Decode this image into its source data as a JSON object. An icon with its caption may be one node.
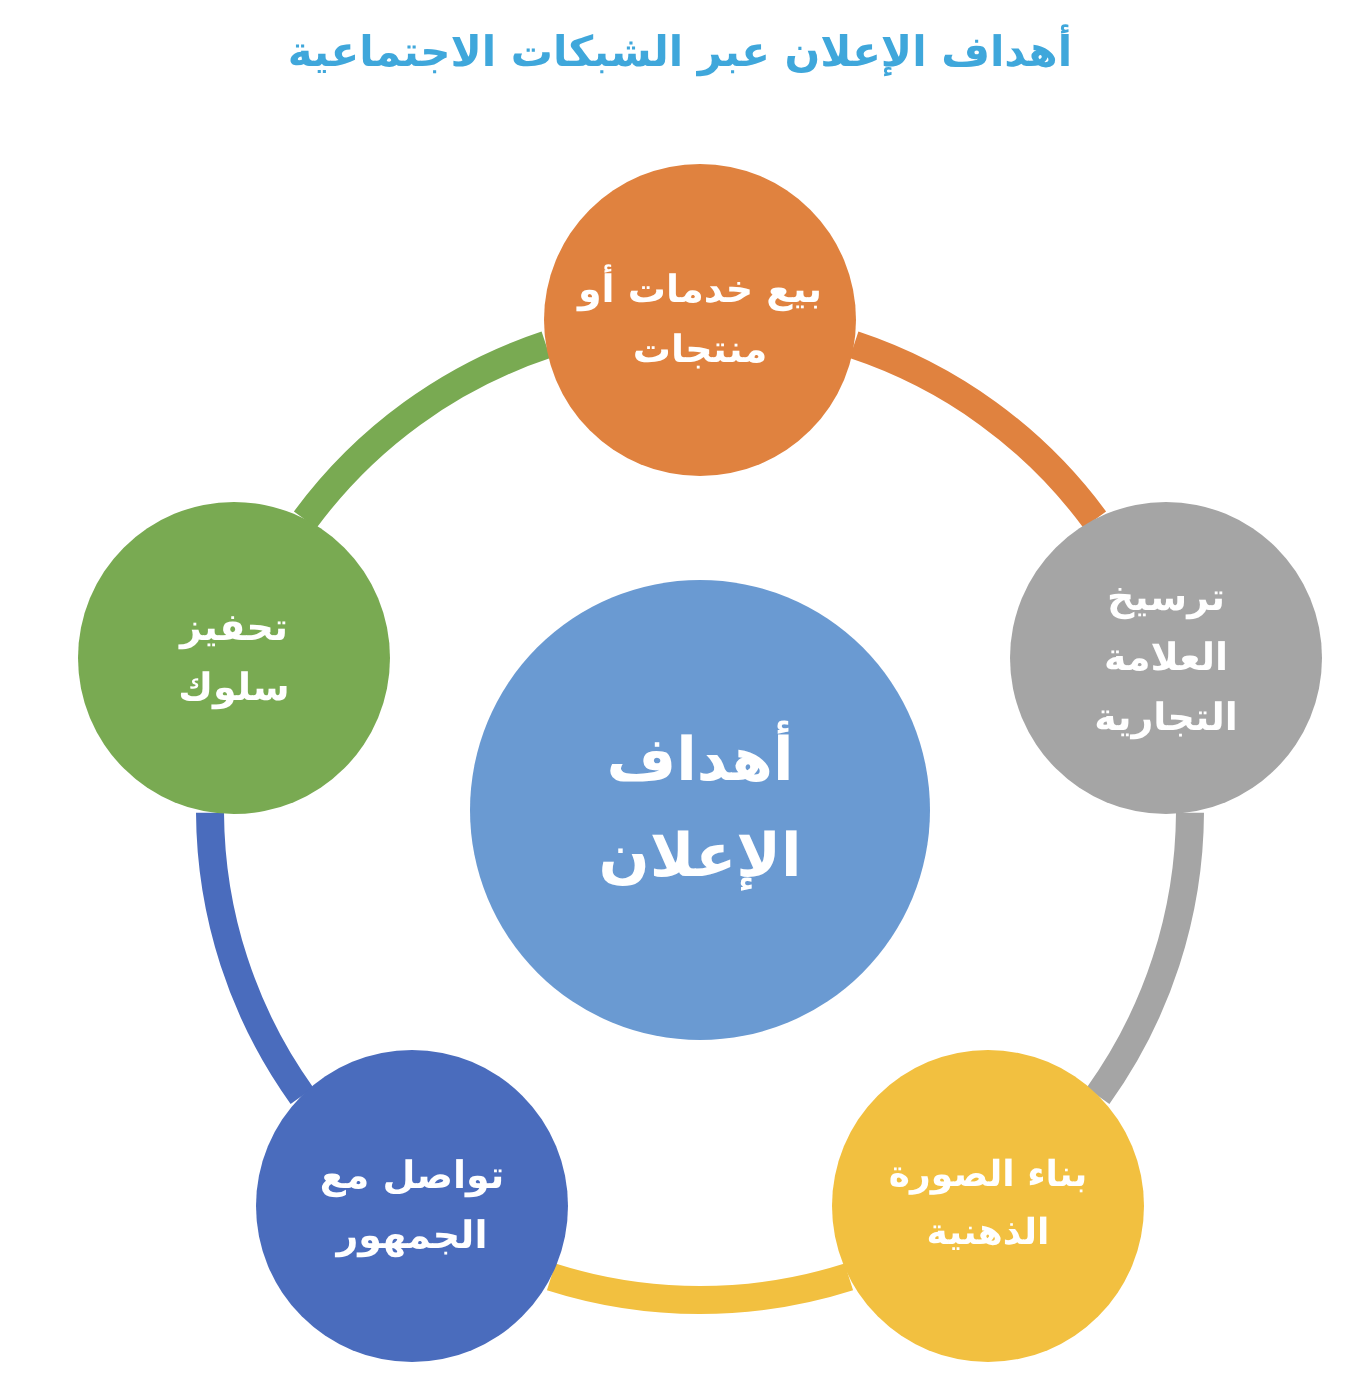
{
  "diagram": {
    "title": "أهداف الإعلان عبر الشبكات الاجتماعية",
    "nodes": [
      {
        "text": [
          "أهداف الإعلان"
        ]
      },
      {
        "text": [
          "بيع خدمات أو منتجات"
        ]
      },
      {
        "text": [
          "ترسيخ العلامة التجارية"
        ]
      },
      {
        "text": [
          "بناء الصورة الذهنية"
        ]
      },
      {
        "text": [
          "تواصل مع الجمهور"
        ]
      },
      {
        "text": [
          "تحفيز سلوك"
        ]
      }
    ],
    "edges": [
      {
        "from": 1,
        "to": 2,
        "arrow": "none",
        "color": "#e0823f"
      },
      {
        "from": 2,
        "to": 3,
        "arrow": "none",
        "color": "#a5a5a5"
      },
      {
        "from": 3,
        "to": 4,
        "arrow": "none",
        "color": "#f2c040"
      },
      {
        "from": 4,
        "to": 5,
        "arrow": "none",
        "color": "#4a6cbd"
      },
      {
        "from": 5,
        "to": 1,
        "arrow": "none",
        "color": "#79aa52"
      }
    ]
  }
}
